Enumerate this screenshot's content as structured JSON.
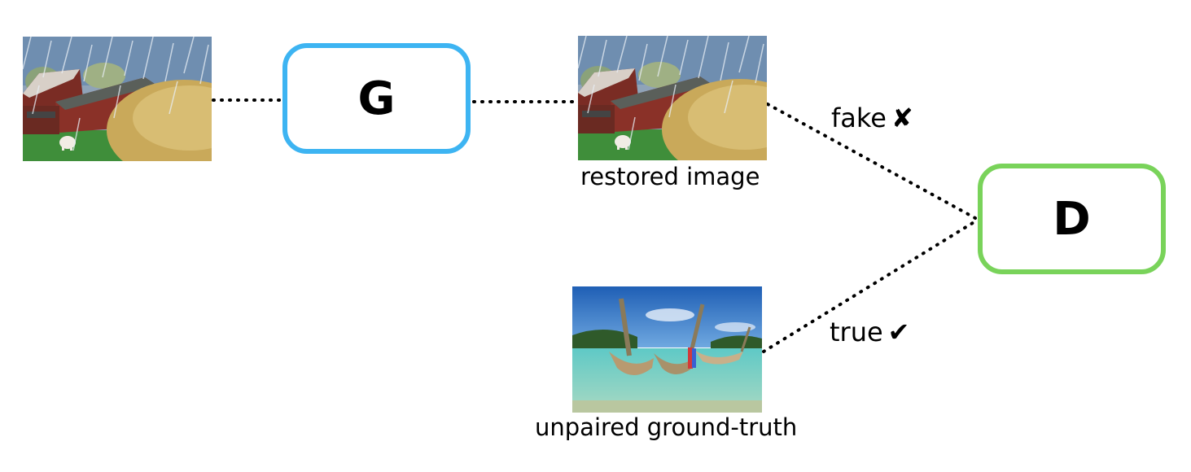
{
  "nodes": {
    "generator": {
      "label": "G",
      "color": "#3db4f2"
    },
    "discriminator": {
      "label": "D",
      "color": "#79d35a"
    }
  },
  "images": {
    "rainy_input": {
      "caption": ""
    },
    "restored": {
      "caption": "restored image"
    },
    "ground_truth": {
      "caption": "unpaired ground-truth"
    }
  },
  "edges": {
    "fake": {
      "label": "fake",
      "mark": "✘"
    },
    "true": {
      "label": "true",
      "mark": "✔"
    }
  }
}
